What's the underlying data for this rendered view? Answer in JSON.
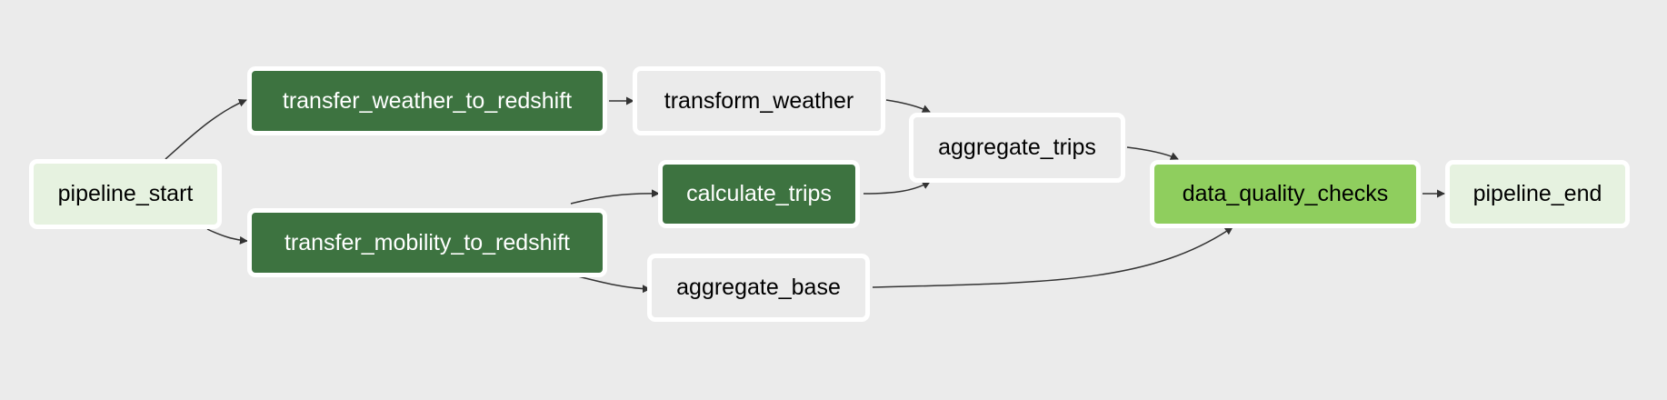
{
  "colors": {
    "background": "#ebebeb",
    "node_border": "#ffffff",
    "edge": "#333333"
  },
  "nodes": {
    "pipeline_start": {
      "label": "pipeline_start",
      "state_color": "#e6f2e0",
      "text_color": "#000000"
    },
    "transfer_weather_to_redshift": {
      "label": "transfer_weather_to_redshift",
      "state_color": "#3d7340",
      "text_color": "#ffffff"
    },
    "transfer_mobility_to_redshift": {
      "label": "transfer_mobility_to_redshift",
      "state_color": "#3d7340",
      "text_color": "#ffffff"
    },
    "transform_weather": {
      "label": "transform_weather",
      "state_color": "#ebebeb",
      "text_color": "#000000"
    },
    "calculate_trips": {
      "label": "calculate_trips",
      "state_color": "#3d7340",
      "text_color": "#ffffff"
    },
    "aggregate_base": {
      "label": "aggregate_base",
      "state_color": "#ebebeb",
      "text_color": "#000000"
    },
    "aggregate_trips": {
      "label": "aggregate_trips",
      "state_color": "#ebebeb",
      "text_color": "#000000"
    },
    "data_quality_checks": {
      "label": "data_quality_checks",
      "state_color": "#8fce5e",
      "text_color": "#000000"
    },
    "pipeline_end": {
      "label": "pipeline_end",
      "state_color": "#e6f2e0",
      "text_color": "#000000"
    }
  },
  "edges": [
    {
      "from": "pipeline_start",
      "to": "transfer_weather_to_redshift"
    },
    {
      "from": "pipeline_start",
      "to": "transfer_mobility_to_redshift"
    },
    {
      "from": "transfer_weather_to_redshift",
      "to": "transform_weather"
    },
    {
      "from": "transfer_mobility_to_redshift",
      "to": "calculate_trips"
    },
    {
      "from": "transfer_mobility_to_redshift",
      "to": "aggregate_base"
    },
    {
      "from": "transform_weather",
      "to": "aggregate_trips"
    },
    {
      "from": "calculate_trips",
      "to": "aggregate_trips"
    },
    {
      "from": "aggregate_trips",
      "to": "data_quality_checks"
    },
    {
      "from": "aggregate_base",
      "to": "data_quality_checks"
    },
    {
      "from": "data_quality_checks",
      "to": "pipeline_end"
    }
  ]
}
